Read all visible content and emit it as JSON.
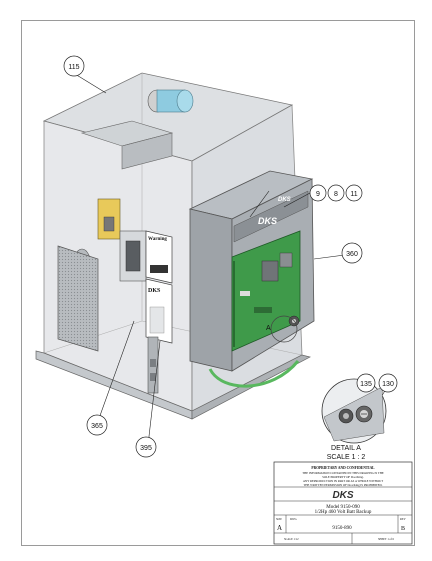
{
  "callouts": {
    "c115": "115",
    "c9": "9",
    "c8": "8",
    "c11": "11",
    "c360": "360",
    "c135": "135",
    "c130": "130",
    "c365": "365",
    "c395": "395"
  },
  "labels": {
    "detail_marker": "A",
    "detail_title": "DETAIL A",
    "detail_scale": "SCALE 1 : 2",
    "panel_warning": "Warning",
    "logo_main": "DKS",
    "logo_front": "DKS"
  },
  "title_block": {
    "proprietary_heading": "PROPRIETARY AND CONFIDENTIAL",
    "proprietary_line1": "THE INFORMATION CONTAINED IN THIS DRAWING IS THE",
    "proprietary_line2": "SOLE PROPERTY OF DoorKing.",
    "proprietary_line3": "ANY REPRODUCTION IN PART OR AS A WHOLE WITHOUT",
    "proprietary_line4": "THE WRITTEN PERMISSION OF DoorKing IS PROHIBITED.",
    "logo": "DKS",
    "model": "Model 9150-090",
    "description": "1/2Hp 460 Volt Batt Backup",
    "size_label": "SIZE",
    "size": "A",
    "dwg_label": "DWG",
    "dwg_number": "9150-890",
    "rev_label": "REV",
    "rev": "B",
    "scale": "SCALE 1:12",
    "sheet": "SHEET 1 of 6"
  },
  "colors": {
    "board_green": "#3f9a4a",
    "housing_gray": "#c9cdd1",
    "frame_dark": "#6f7378",
    "capacitor_blue": "#8ecbe0"
  }
}
